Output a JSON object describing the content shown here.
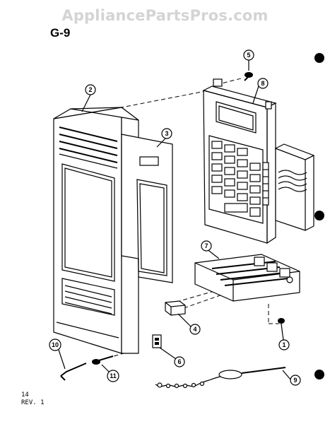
{
  "watermark": "AppliancePartsPros.com",
  "figure_title": "G-9",
  "page_number": "14",
  "revision": "REV. 1",
  "callouts": [
    {
      "id": "c1",
      "label": "1"
    },
    {
      "id": "c2",
      "label": "2"
    },
    {
      "id": "c3",
      "label": "3"
    },
    {
      "id": "c4",
      "label": "4"
    },
    {
      "id": "c5",
      "label": "5"
    },
    {
      "id": "c6",
      "label": "6"
    },
    {
      "id": "c7",
      "label": "7"
    },
    {
      "id": "c8",
      "label": "8"
    },
    {
      "id": "c9",
      "label": "9"
    },
    {
      "id": "c10",
      "label": "10"
    },
    {
      "id": "c11",
      "label": "11"
    }
  ]
}
